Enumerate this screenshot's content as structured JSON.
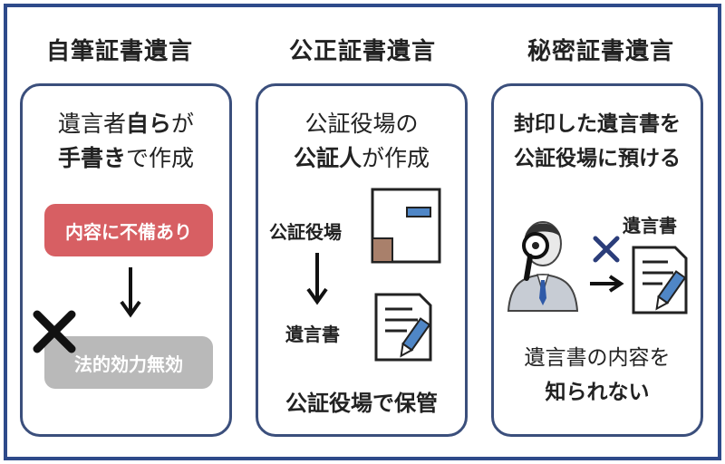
{
  "columns": [
    {
      "title": "自筆証書遺言",
      "desc_line1": [
        "遺言者",
        "自ら",
        "が"
      ],
      "desc_line2": [
        "手書き",
        "で作成"
      ],
      "box_top": "内容に不備あり",
      "box_bottom": "法的効力無効"
    },
    {
      "title": "公正証書遺言",
      "desc_line1": "公証役場の",
      "desc_line2": [
        "公証人",
        "が作成"
      ],
      "label_office": "公証役場",
      "label_will": "遺言書",
      "footer": "公証役場で保管"
    },
    {
      "title": "秘密証書遺言",
      "desc_line1": "封印した遺言書を",
      "desc_line2": "公証役場に預ける",
      "label_will": "遺言書",
      "footer_line1": "遺言書の内容を",
      "footer_line2": "知られない"
    }
  ],
  "colors": {
    "frame": "#2e4a8a",
    "card_border": "#3b4f7c",
    "pill_red": "#d75f63",
    "pill_gray": "#b9b9b9",
    "cross_navy": "#2b3d7a",
    "cross_black": "#111111",
    "accent_blue": "#4f86c6",
    "brown": "#a9806b"
  },
  "icons": [
    "down-arrow-icon",
    "cross-icon",
    "building-icon",
    "document-pen-icon",
    "person-magnifier-icon",
    "right-arrow-icon"
  ]
}
